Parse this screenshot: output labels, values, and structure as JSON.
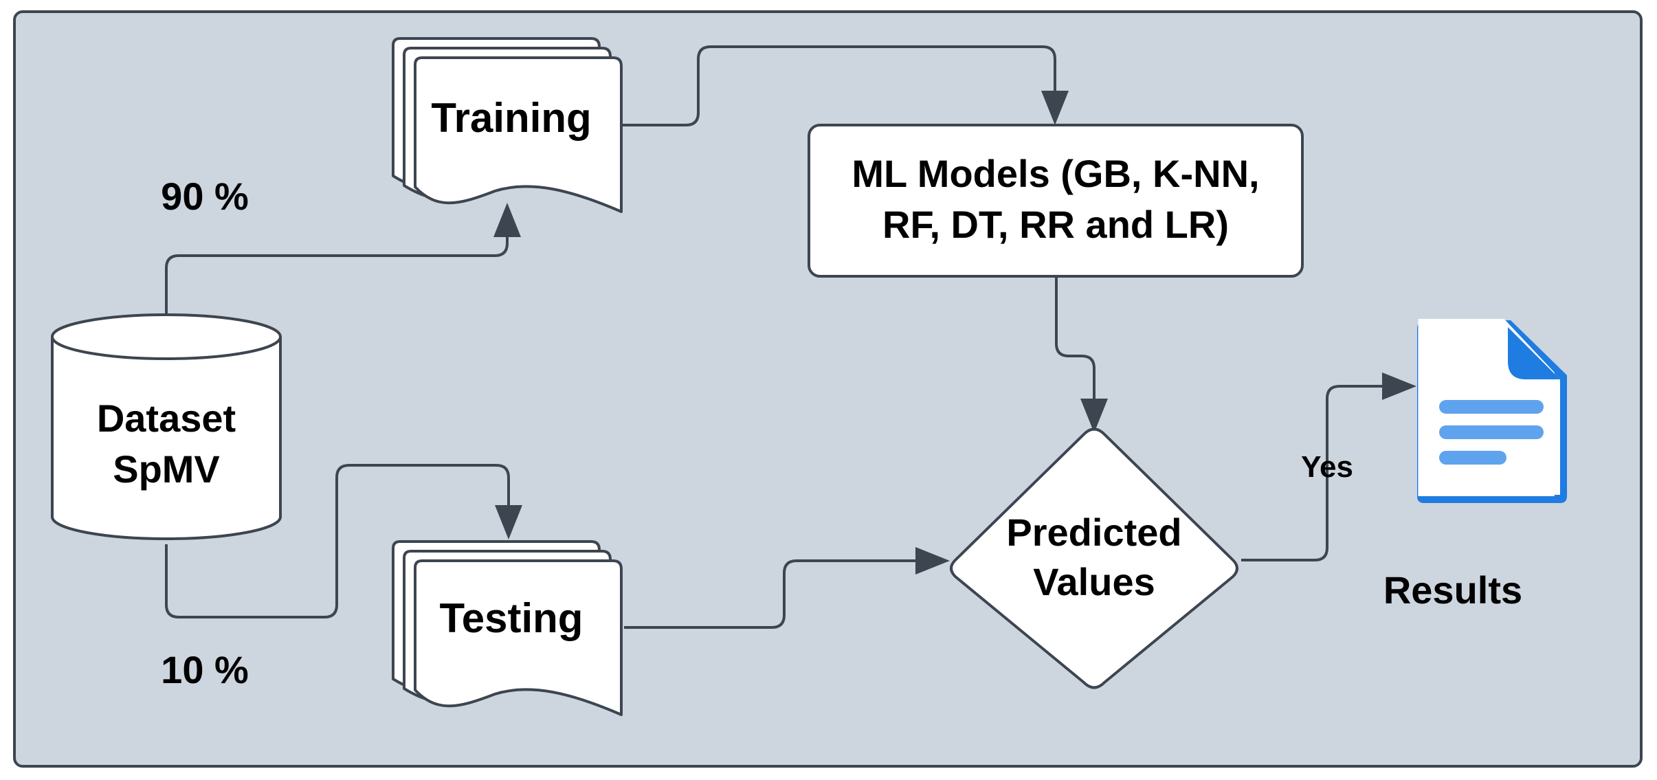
{
  "colors": {
    "panel_fill": "#CDD5DE",
    "panel_stroke": "#3D4550",
    "line": "#3D4550",
    "shape_fill": "#FFFFFF",
    "doc_icon_blue": "#1F7CE0",
    "doc_icon_light": "#5FA3EE"
  },
  "dataset": {
    "line1": "Dataset",
    "line2": "SpMV"
  },
  "training": {
    "label": "Training",
    "percent": "90 %"
  },
  "testing": {
    "label": "Testing",
    "percent": "10 %"
  },
  "models": {
    "line1": "ML Models (GB, K-NN,",
    "line2": "RF, DT, RR and LR)"
  },
  "decision": {
    "line1": "Predicted",
    "line2": "Values",
    "yes_label": "Yes"
  },
  "results": {
    "label": "Results",
    "icon": "document-icon"
  }
}
